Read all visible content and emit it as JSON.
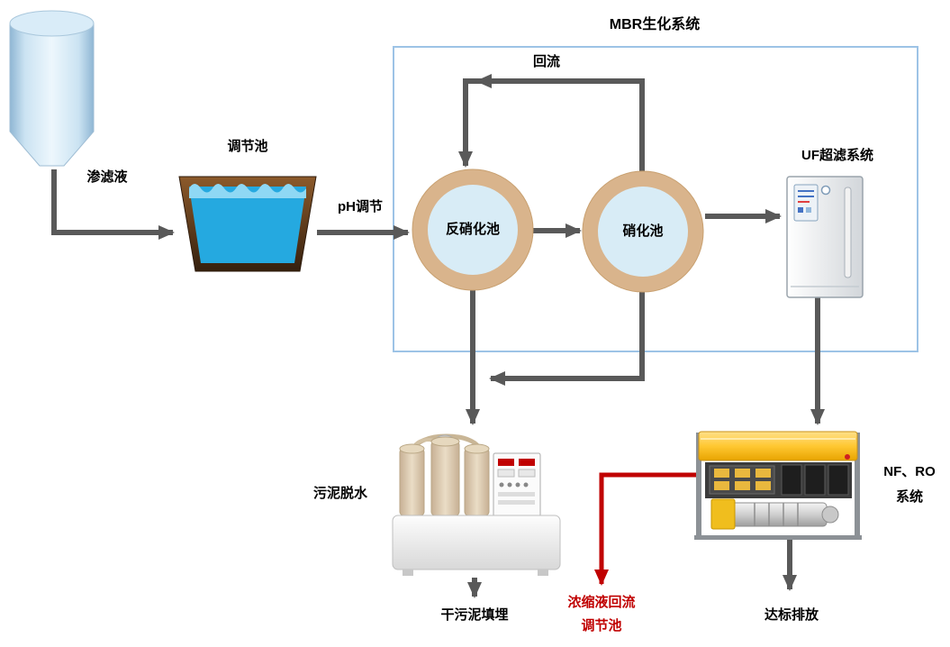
{
  "diagram_title": "MBR生化系统",
  "colors": {
    "arrow": "#595959",
    "red_arrow": "#C00000",
    "mbr_box_border": "#9DC3E6",
    "tank_ring": "#D9B48C",
    "tank_water": "#D8ECF6",
    "pool_water": "#25A9E0",
    "nf_ro_yellow": "#FFC832"
  },
  "labels": {
    "leachate": "渗滤液",
    "adjust_pool": "调节池",
    "ph_adjust": "pH调节",
    "mbr_title": "MBR生化系统",
    "reflux": "回流",
    "denitrification": "反硝化池",
    "nitrification": "硝化池",
    "uf_system": "UF超滤系统",
    "sludge_dewatering": "污泥脱水",
    "dry_sludge_landfill": "干污泥填埋",
    "nf_ro_line1": "NF、RO",
    "nf_ro_line2": "系统",
    "discharge": "达标排放",
    "concentrate_line1": "浓缩液回流",
    "concentrate_line2": "调节池"
  },
  "flows": [
    "渗滤液 → 调节池",
    "调节池 → pH调节 → 反硝化池",
    "反硝化池 → 硝化池",
    "硝化池 → 回流 → 反硝化池",
    "硝化池 → UF超滤系统",
    "反硝化池/硝化池 → 污泥脱水 → 干污泥填埋",
    "UF超滤系统 → NF、RO系统 → 达标排放",
    "NF、RO系统 → 浓缩液回流调节池"
  ]
}
